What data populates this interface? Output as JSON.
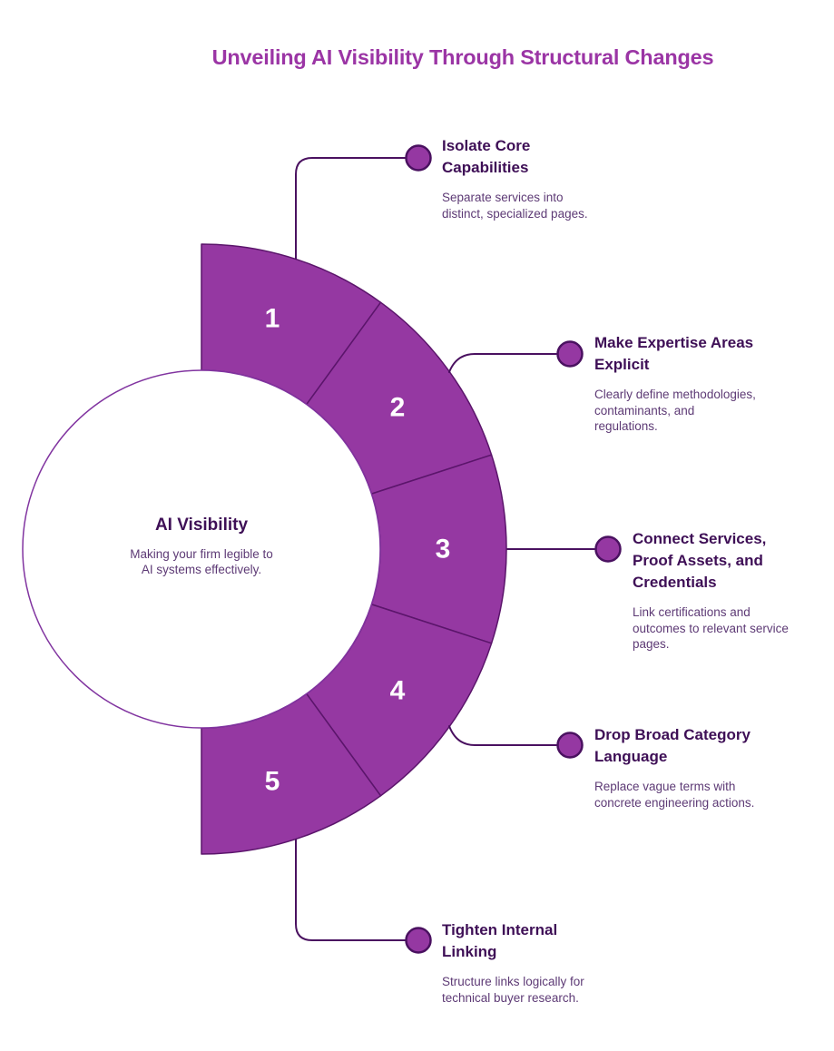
{
  "title": "Unveiling AI Visibility Through Structural Changes",
  "center": {
    "heading": "AI Visibility",
    "description": "Making your firm legible to\nAI systems effectively."
  },
  "items": [
    {
      "number": "1",
      "heading": "Isolate Core\nCapabilities",
      "description": "Separate services into\ndistinct, specialized pages."
    },
    {
      "number": "2",
      "heading": "Make Expertise Areas\nExplicit",
      "description": "Clearly define methodologies,\ncontaminants, and\nregulations."
    },
    {
      "number": "3",
      "heading": "Connect Services,\nProof Assets, and\nCredentials",
      "description": "Link certifications and\noutcomes to relevant service\npages."
    },
    {
      "number": "4",
      "heading": "Drop Broad Category\nLanguage",
      "description": "Replace vague terms with\nconcrete engineering actions."
    },
    {
      "number": "5",
      "heading": "Tighten Internal\nLinking",
      "description": "Structure links logically for\ntechnical buyer research."
    }
  ],
  "colors": {
    "title_text": "#9B35A5",
    "segment_fill": "#9538A2",
    "segment_stroke": "#5B156B",
    "connector_line": "#4A1160",
    "dot_fill": "#9538A2",
    "circle_stroke": "#8134A0",
    "heading_text": "#3E0F56",
    "body_text": "#5D3A75",
    "number_text": "#FFFFFF",
    "background": "#FFFFFF"
  }
}
